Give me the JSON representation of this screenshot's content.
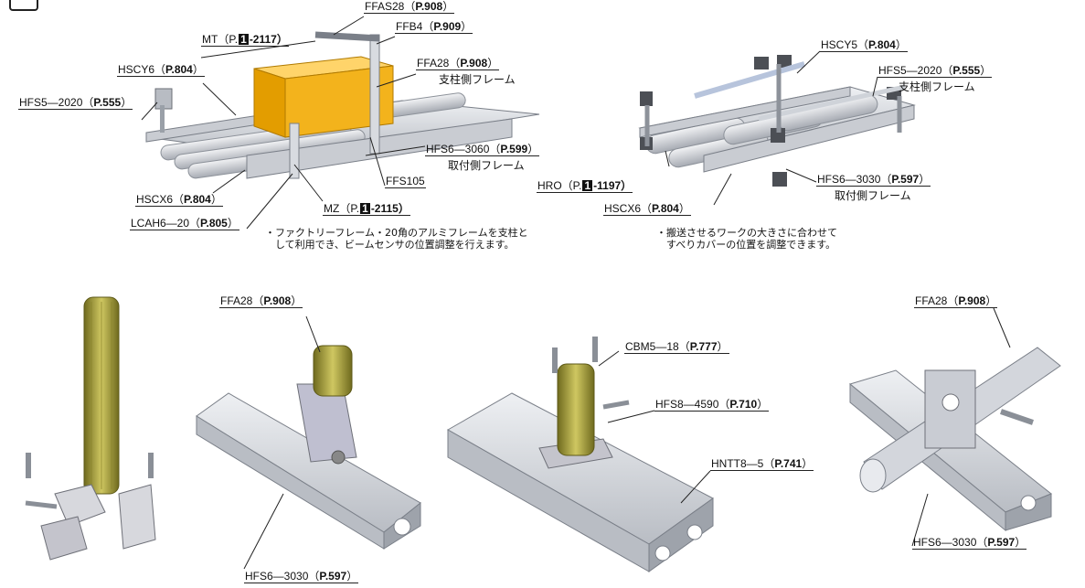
{
  "top_left": {
    "labels": [
      {
        "id": "ffas28",
        "text": "FFAS28",
        "page": "P.908"
      },
      {
        "id": "mt",
        "pre": "MT（P.",
        "vol": "1",
        "post": "-2117）"
      },
      {
        "id": "ffb4",
        "text": "FFB4",
        "page": "P.909"
      },
      {
        "id": "hscy6",
        "text": "HSCY6",
        "page": "P.804"
      },
      {
        "id": "ffa28",
        "text": "FFA28",
        "page": "P.908"
      },
      {
        "id": "hfs5",
        "text": "HFS5—2020",
        "page": "P.555"
      },
      {
        "id": "hfs6",
        "text": "HFS6—3060",
        "page": "P.599"
      },
      {
        "id": "ffs105",
        "text": "FFS105"
      },
      {
        "id": "hscx6",
        "text": "HSCX6",
        "page": "P.804"
      },
      {
        "id": "mz",
        "pre": "MZ（P.",
        "vol": "1",
        "post": "-2115）"
      },
      {
        "id": "lcah6",
        "text": "LCAH6—20",
        "page": "P.805"
      }
    ],
    "sub_support": "支柱側フレーム",
    "sub_mount": "取付側フレーム",
    "note": "・ファクトリーフレーム・20角のアルミフレームを支柱と\n　して利用でき、ビームセンサの位置調整を行えます。"
  },
  "top_right": {
    "labels": [
      {
        "id": "hscy5",
        "text": "HSCY5",
        "page": "P.804"
      },
      {
        "id": "hfs5",
        "text": "HFS5—2020",
        "page": "P.555"
      },
      {
        "id": "hro",
        "pre": "HRO（P.",
        "vol": "1",
        "post": "-1197）"
      },
      {
        "id": "hfs6",
        "text": "HFS6—3030",
        "page": "P.597"
      },
      {
        "id": "hscx6",
        "text": "HSCX6",
        "page": "P.804"
      }
    ],
    "sub_support": "支柱側フレーム",
    "sub_mount": "取付側フレーム",
    "note": "・搬送させるワークの大きさに合わせて\n　すべりカバーの位置を調整できます。"
  },
  "bottom": {
    "b2_ffa28": {
      "text": "FFA28",
      "page": "P.908"
    },
    "b2_hfs6": {
      "text": "HFS6—3030",
      "page": "P.597"
    },
    "b3_cbm5": {
      "text": "CBM5—18",
      "page": "P.777"
    },
    "b3_hfs8": {
      "text": "HFS8—4590",
      "page": "P.710"
    },
    "b3_hntt8": {
      "text": "HNTT8—5",
      "page": "P.741"
    },
    "b4_ffa28": {
      "text": "FFA28",
      "page": "P.908"
    },
    "b4_hfs6": {
      "text": "HFS6—3030",
      "page": "P.597"
    }
  },
  "colors": {
    "aluminum": "#d5d8dd",
    "edge": "#7a7f88",
    "box": "#f3b31c",
    "box_edge": "#b07a00",
    "pipe": "#a9a234",
    "part": "#c4c4cc"
  }
}
